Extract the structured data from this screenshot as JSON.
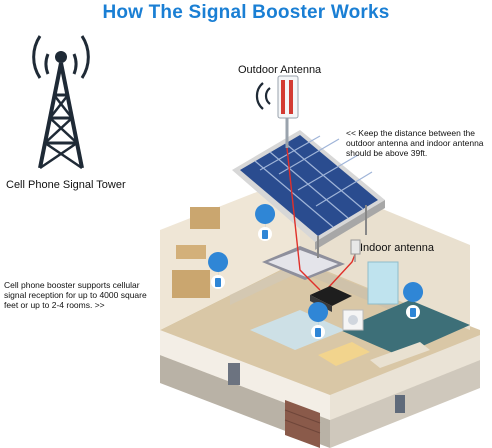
{
  "title": "How The Signal Booster Works",
  "labels": {
    "tower": "Cell Phone Signal Tower",
    "outdoor_antenna": "Outdoor Antenna",
    "indoor_antenna": "Indoor antenna",
    "distance_note": "<< Keep the distance between the outdoor antenna and indoor antenna should be above 39ft.",
    "coverage_note": "Cell phone booster supports cellular signal reception for up to 4000 square feet or up to 2-4 rooms. >>"
  },
  "colors": {
    "title": "#1a7fd4",
    "wire": "#e0302a",
    "pin": "#2f86d6",
    "tower": "#1f2a36",
    "solar": "#2a4c8f"
  }
}
